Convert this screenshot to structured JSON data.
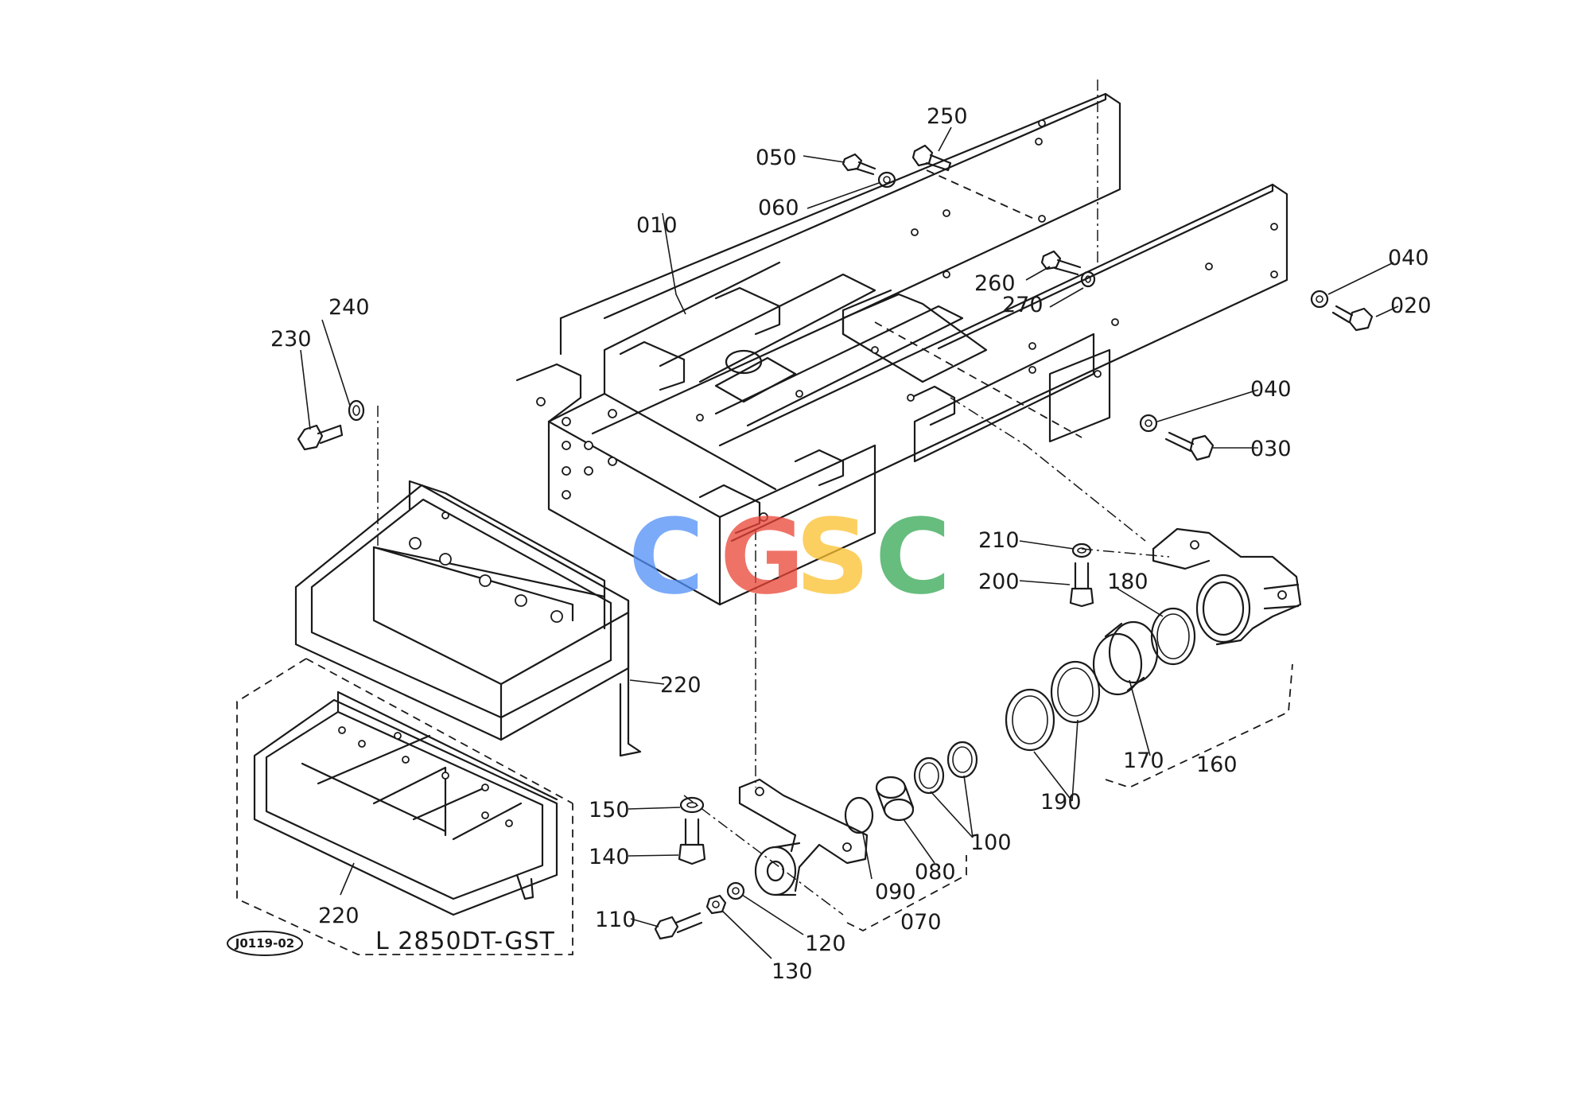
{
  "labels": {
    "p010": "010",
    "p020": "020",
    "p030": "030",
    "p040a": "040",
    "p040b": "040",
    "p050": "050",
    "p060": "060",
    "p070": "070",
    "p080": "080",
    "p090": "090",
    "p100": "100",
    "p110": "110",
    "p120": "120",
    "p130": "130",
    "p140": "140",
    "p150": "150",
    "p160": "160",
    "p170": "170",
    "p180": "180",
    "p190": "190",
    "p200": "200",
    "p210": "210",
    "p220a": "220",
    "p220b": "220",
    "p230": "230",
    "p240": "240",
    "p250": "250",
    "p260": "260",
    "p270": "270"
  },
  "model_note": "L 2850DT-GST",
  "figure_code": "J0119-02",
  "watermark": {
    "letters": [
      "C",
      "G",
      "S",
      "C"
    ],
    "colors": [
      "#4f8ef7",
      "#ea4335",
      "#fbc02d",
      "#34a853"
    ]
  }
}
